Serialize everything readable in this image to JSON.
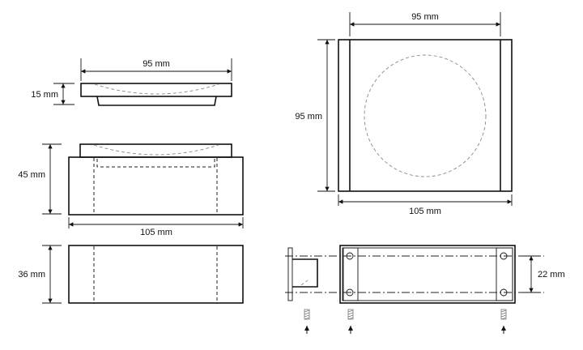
{
  "drawing": {
    "top_view": {
      "width_label": "95 mm",
      "height_label": "15 mm"
    },
    "side_view": {
      "height_label": "45 mm",
      "width_label": "105 mm"
    },
    "front_view": {
      "height_label": "36 mm"
    },
    "plan_view": {
      "top_width_label": "95 mm",
      "side_height_label": "95 mm",
      "bottom_width_label": "105 mm"
    },
    "mount_view": {
      "hole_spacing_label": "22 mm"
    }
  }
}
